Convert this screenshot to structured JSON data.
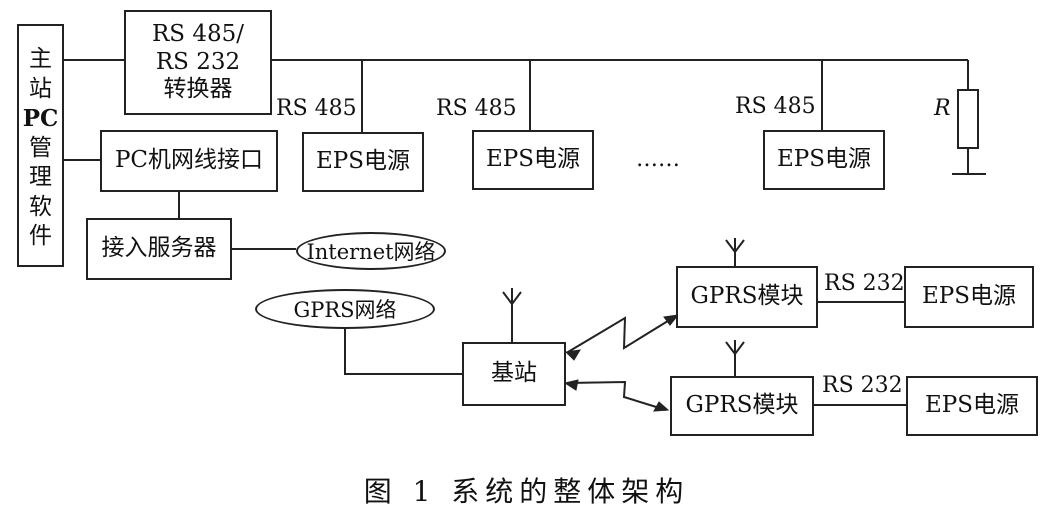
{
  "master": {
    "lines": [
      "主",
      "站",
      "PC",
      "管",
      "理",
      "软",
      "件"
    ]
  },
  "converter": {
    "lines": [
      "RS 485/",
      "RS 232",
      "转换器"
    ]
  },
  "nic": {
    "label": "PC机网线接口"
  },
  "access_server": {
    "label": "接入服务器"
  },
  "internet": {
    "label": "Internet网络"
  },
  "gprs_network": {
    "label": "GPRS网络"
  },
  "base_station": {
    "label": "基站"
  },
  "bus": {
    "labels": [
      "RS 485",
      "RS 485",
      "RS 485"
    ],
    "eps": [
      "EPS电源",
      "EPS电源",
      "EPS电源"
    ],
    "dots": "……",
    "resistor_label": "R"
  },
  "gprs_modules": [
    {
      "label": "GPRS模块",
      "link": "RS 232",
      "eps": "EPS电源"
    },
    {
      "label": "GPRS模块",
      "link": "RS 232",
      "eps": "EPS电源"
    }
  ],
  "caption": "图 1  系统的整体架构"
}
